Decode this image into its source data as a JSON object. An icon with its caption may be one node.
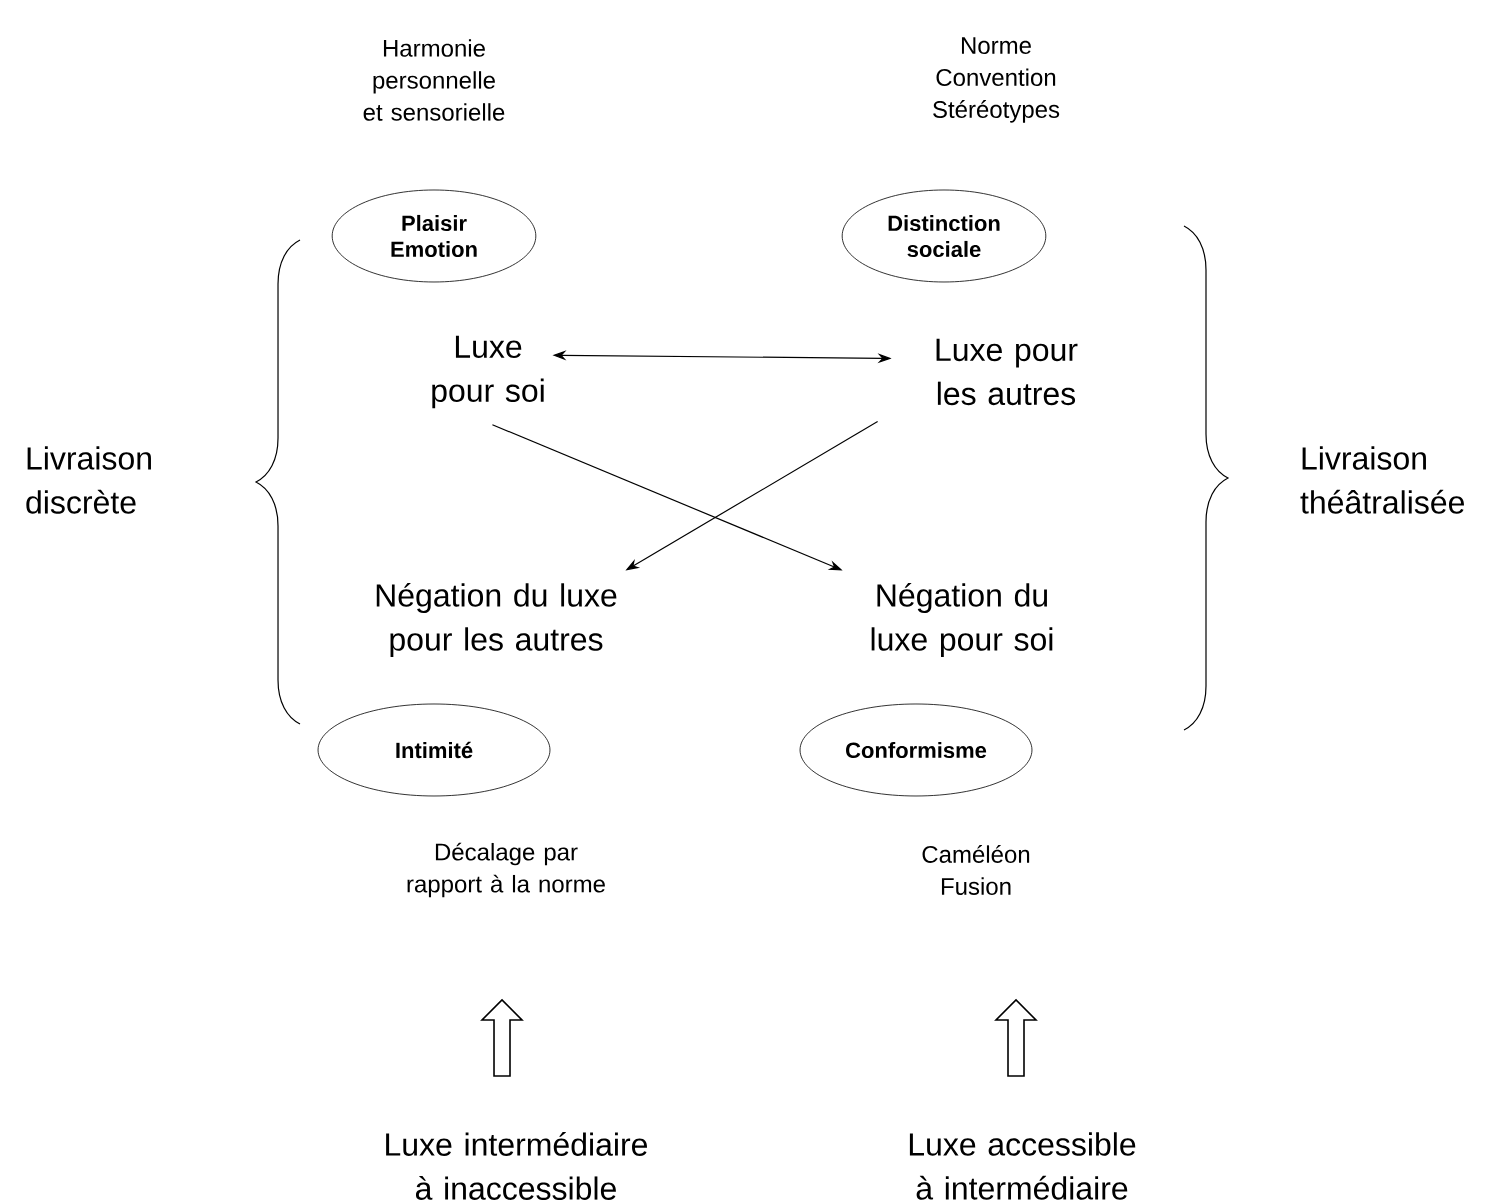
{
  "diagram": {
    "nodes": [
      {
        "text": [
          "Plaisir Emotion"
        ],
        "beside": [
          "Harmonie personnelle et sensorielle"
        ]
      },
      {
        "text": [
          "Distinction sociale"
        ],
        "beside": [
          "Norme Convention Stéréotypes"
        ]
      },
      {
        "text": [
          "Luxe pour soi"
        ]
      },
      {
        "text": [
          "Luxe pour les autres"
        ]
      },
      {
        "text": [
          "Négation du luxe pour les autres"
        ]
      },
      {
        "text": [
          "Négation du luxe pour soi"
        ]
      },
      {
        "text": [
          "Intimité"
        ],
        "beside": [
          "Décalage par rapport à la norme"
        ]
      },
      {
        "text": [
          "Conformisme"
        ],
        "beside": [
          "Caméléon Fusion"
        ]
      },
      {
        "text": [
          "Luxe intermédiaire à inaccessible"
        ]
      },
      {
        "text": [
          "Luxe accessible à intermédiaire"
        ]
      }
    ],
    "edges": [
      {
        "from": 2,
        "to": 3,
        "arrow": "both"
      },
      {
        "from": 2,
        "to": 5,
        "arrow": "to"
      },
      {
        "from": 3,
        "to": 4,
        "arrow": "to"
      }
    ],
    "labels": [
      "Livraison discrète",
      "Livraison théâtralisée"
    ]
  }
}
